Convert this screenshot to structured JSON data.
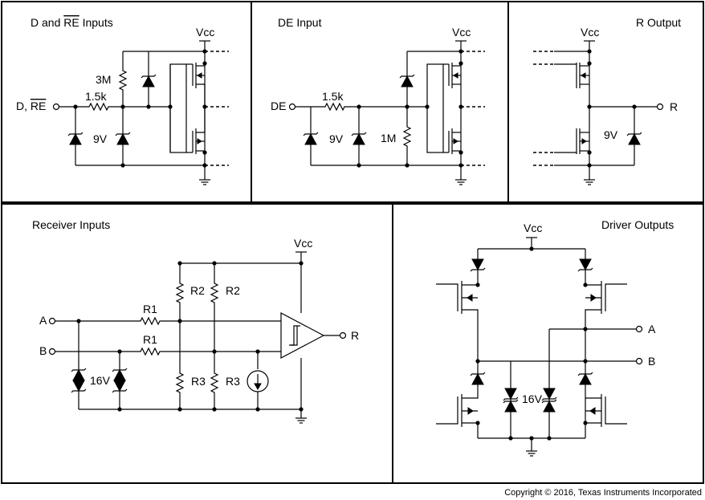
{
  "panels": {
    "d_re_inputs": {
      "title_prefix": "D and ",
      "title_overline": "RE",
      "title_suffix": " Inputs",
      "vcc": "Vcc",
      "pin_prefix": "D, ",
      "pin_overline": "RE",
      "r_series": "1.5k",
      "r_pullup": "3M",
      "zener": "9V"
    },
    "de_input": {
      "title": "DE Input",
      "vcc": "Vcc",
      "pin": "DE",
      "r_series": "1.5k",
      "r_pulldown": "1M",
      "zener": "9V"
    },
    "r_output": {
      "title": "R Output",
      "vcc": "Vcc",
      "pin": "R",
      "zener": "9V"
    },
    "receiver_inputs": {
      "title": "Receiver Inputs",
      "vcc": "Vcc",
      "pin_a": "A",
      "pin_b": "B",
      "pin_r": "R",
      "r1_top": "R1",
      "r1_bot": "R1",
      "r2_left": "R2",
      "r2_right": "R2",
      "r3_left": "R3",
      "r3_right": "R3",
      "zener": "16V"
    },
    "driver_outputs": {
      "title": "Driver Outputs",
      "vcc": "Vcc",
      "pin_a": "A",
      "pin_b": "B",
      "zener": "16V"
    }
  },
  "copyright": "Copyright © 2016, Texas Instruments Incorporated"
}
